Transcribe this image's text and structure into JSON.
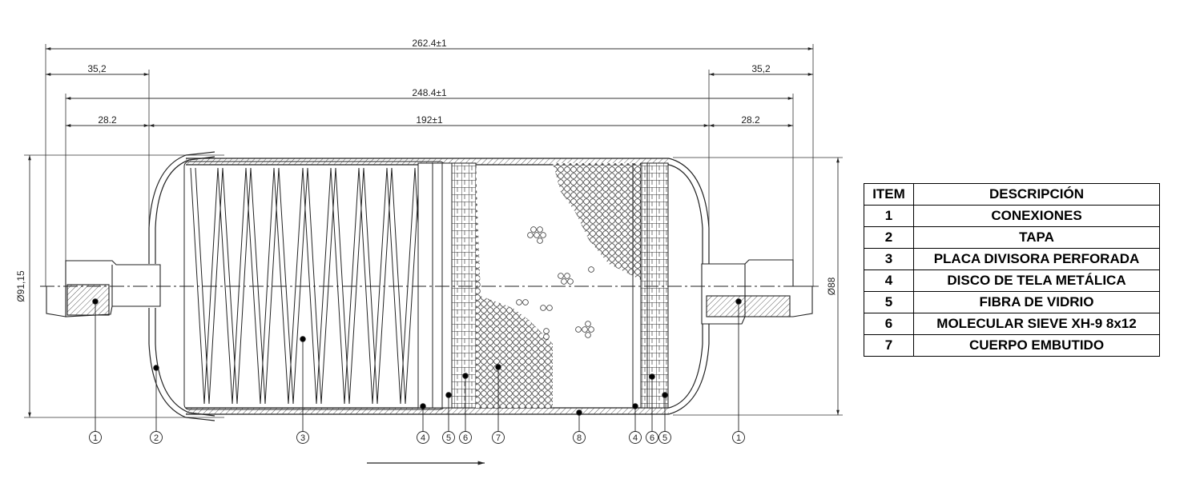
{
  "dimensions": {
    "overall": "262.4±1",
    "left_conn_outer": "35,2",
    "right_conn_outer": "35,2",
    "inner": "248.4±1",
    "left_conn_inner": "28.2",
    "body": "192±1",
    "right_conn_inner": "28.2",
    "dia_left": "Ø91,15",
    "dia_right": "Ø88"
  },
  "callouts": [
    "1",
    "2",
    "3",
    "4",
    "5",
    "6",
    "7",
    "8",
    "4",
    "6",
    "5",
    "1"
  ],
  "table": {
    "headers": [
      "ITEM",
      "DESCRIPCIÓN"
    ],
    "rows": [
      {
        "item": "1",
        "desc": "CONEXIONES"
      },
      {
        "item": "2",
        "desc": "TAPA"
      },
      {
        "item": "3",
        "desc": "PLACA DIVISORA PERFORADA"
      },
      {
        "item": "4",
        "desc": "DISCO DE TELA METÁLICA"
      },
      {
        "item": "5",
        "desc": "FIBRA DE VIDRIO"
      },
      {
        "item": "6",
        "desc": "MOLECULAR SIEVE XH-9 8x12"
      },
      {
        "item": "7",
        "desc": "CUERPO EMBUTIDO"
      }
    ]
  }
}
